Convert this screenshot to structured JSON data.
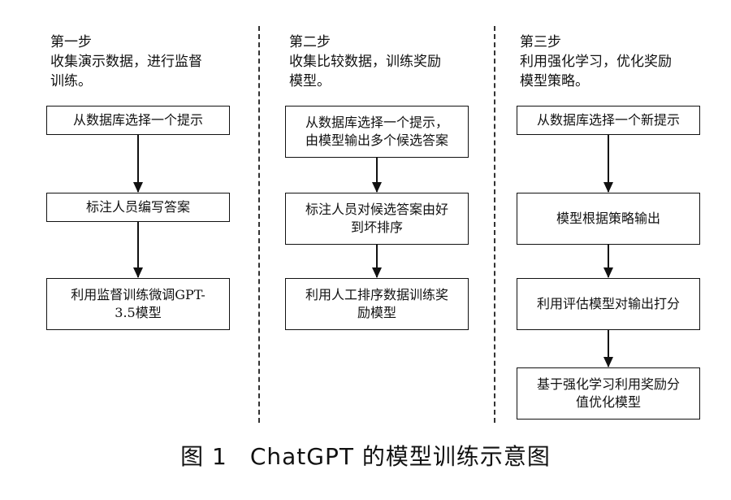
{
  "columns": [
    {
      "heading": "第一步\n收集演示数据，进行监督\n训练。",
      "boxes": [
        "从数据库选择一个提示",
        "标注人员编写答案",
        "利用监督训练微调GPT-\n3.5模型"
      ]
    },
    {
      "heading": "第二步\n收集比较数据，训练奖励\n模型。",
      "boxes": [
        "从数据库选择一个提示，\n由模型输出多个候选答案",
        "标注人员对候选答案由好\n到坏排序",
        "利用人工排序数据训练奖\n励模型"
      ]
    },
    {
      "heading": "第三步\n利用强化学习，优化奖励\n模型策略。",
      "boxes": [
        "从数据库选择一个新提示",
        "模型根据策略输出",
        "利用评估模型对输出打分",
        "基于强化学习利用奖励分\n值优化模型"
      ]
    }
  ],
  "caption": {
    "number": "图 1",
    "title": "ChatGPT 的模型训练示意图"
  }
}
